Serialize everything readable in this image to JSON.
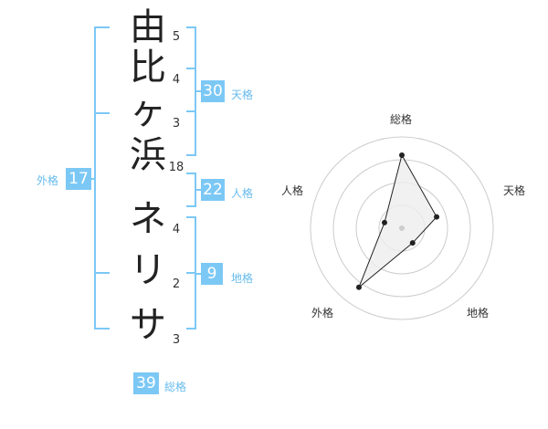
{
  "name_characters": [
    {
      "char": "由",
      "strokes": "5"
    },
    {
      "char": "比",
      "strokes": "4"
    },
    {
      "char": "ヶ",
      "strokes": "3"
    },
    {
      "char": "浜",
      "strokes": "18"
    },
    {
      "char": "ネ",
      "strokes": "4"
    },
    {
      "char": "リ",
      "strokes": "2"
    },
    {
      "char": "サ",
      "strokes": "3"
    }
  ],
  "grades": {
    "tenkaku": {
      "value": "30",
      "label": "天格"
    },
    "jinkaku": {
      "value": "22",
      "label": "人格"
    },
    "chikaku": {
      "value": "9",
      "label": "地格"
    },
    "gaikaku": {
      "value": "17",
      "label": "外格"
    },
    "soukaku": {
      "value": "39",
      "label": "総格"
    }
  },
  "radar": {
    "axes": [
      "総格",
      "天格",
      "地格",
      "外格",
      "人格"
    ],
    "values": [
      4,
      2,
      1,
      4,
      1
    ],
    "max": 5,
    "colors": {
      "line": "#222222",
      "fill": "#eeeeee",
      "grid": "#cccccc",
      "center": "#cccccc"
    }
  },
  "colors": {
    "accent": "#7cc8f5",
    "accent_text": "#66bbee"
  }
}
